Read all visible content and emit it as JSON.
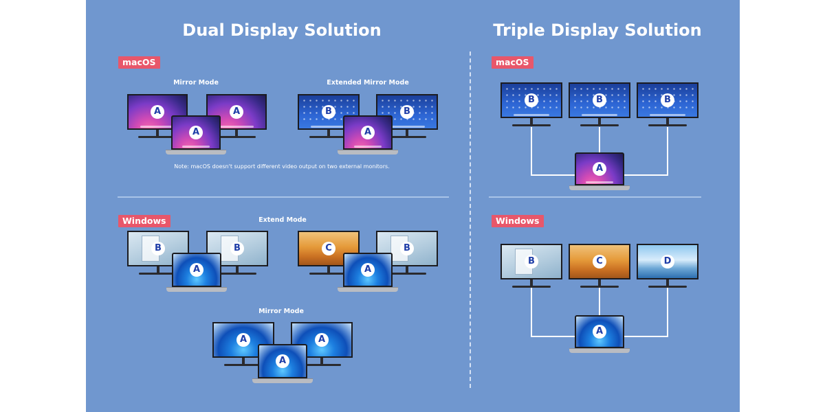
{
  "titles": {
    "dual": "Dual Display Solution",
    "triple": "Triple Display Solution"
  },
  "tags": {
    "macos": "macOS",
    "windows": "Windows"
  },
  "modes": {
    "mirror": "Mirror Mode",
    "extended_mirror": "Extended Mirror Mode",
    "extend": "Extend Mode"
  },
  "note": "Note: macOS doesn't support different video output on two external monitors.",
  "colors": {
    "background": "#7097cf",
    "tag": "#e8576a",
    "badge_text": "#1f3ea8"
  },
  "badges": {
    "mac_mirror": [
      "A",
      "A",
      "A"
    ],
    "mac_ext_mirror": [
      "B",
      "B",
      "A"
    ],
    "win_extend_1": [
      "B",
      "B",
      "A"
    ],
    "win_extend_2": [
      "C",
      "B",
      "A"
    ],
    "win_mirror": [
      "A",
      "A",
      "A"
    ],
    "triple_mac": [
      "B",
      "B",
      "B",
      "A"
    ],
    "triple_win": [
      "B",
      "C",
      "D",
      "A"
    ]
  }
}
